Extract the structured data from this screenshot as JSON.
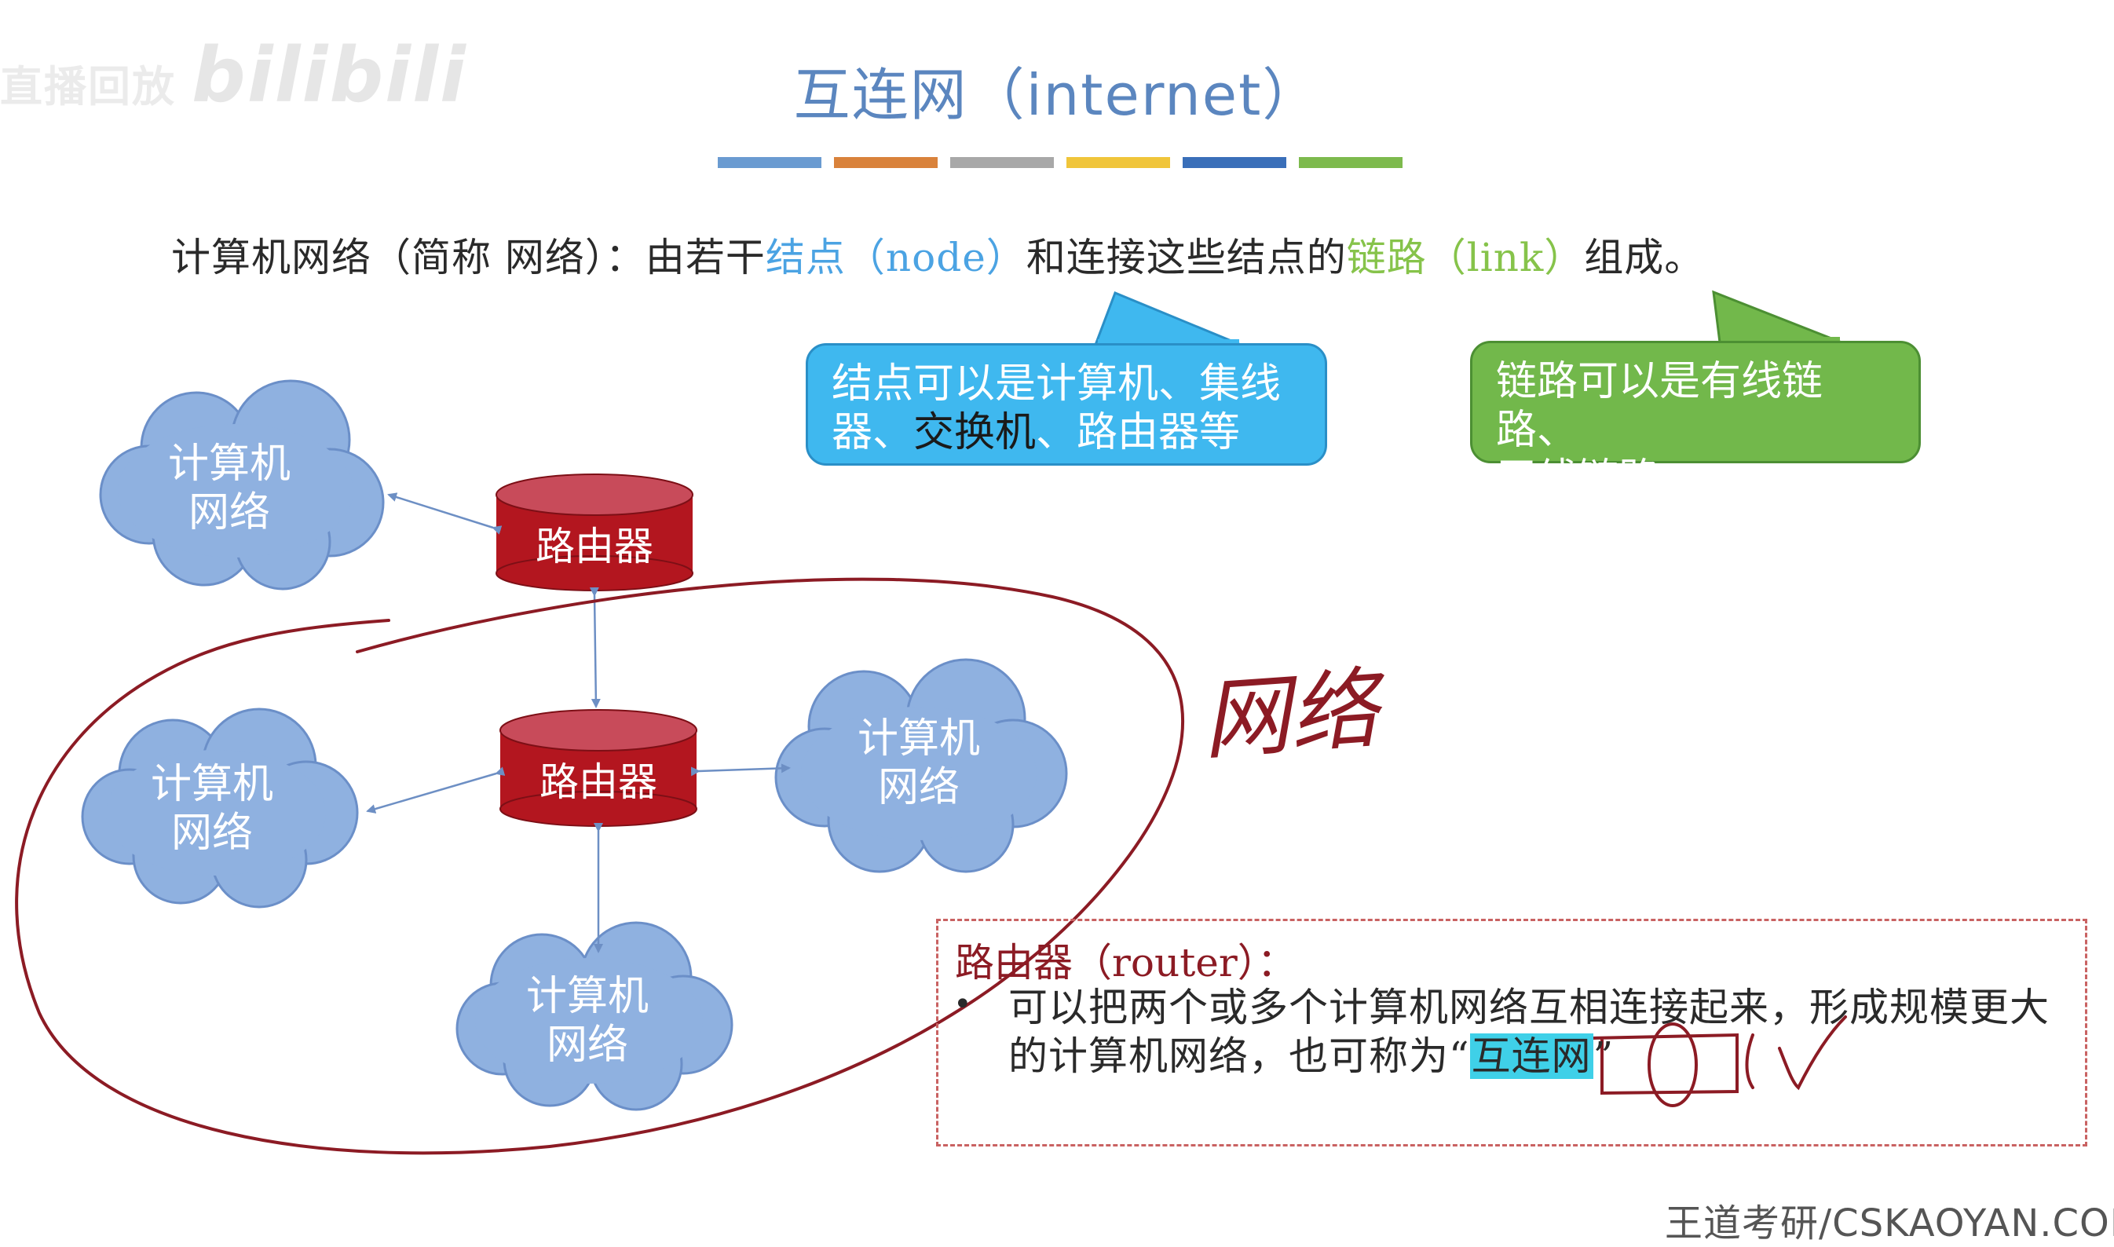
{
  "watermark": {
    "left_text": "直播回放",
    "brand": "bilibili"
  },
  "title": "互连网（internet）",
  "color_bars": [
    "#6a9bd1",
    "#d9823b",
    "#a8a8a8",
    "#f0c53a",
    "#3a6fb9",
    "#7dba4d"
  ],
  "definition": {
    "part1": "计算机网络（简称 网络）：由若干",
    "node": "结点（node）",
    "part2": "和连接这些结点的",
    "link": "链路（link）",
    "part3": "组成。"
  },
  "callout_nodes": {
    "line1": "结点可以是计算机、集线",
    "line2_a": "器、",
    "line2_b": "交换机",
    "line2_c": "、路由器等"
  },
  "callout_links": {
    "line1": "链路可以是有线链路、",
    "line2": "无线链路"
  },
  "clouds": [
    {
      "line1": "计算机",
      "line2": "网络"
    },
    {
      "line1": "计算机",
      "line2": "网络"
    },
    {
      "line1": "计算机",
      "line2": "网络"
    },
    {
      "line1": "计算机",
      "line2": "网络"
    }
  ],
  "routers": [
    "路由器",
    "路由器"
  ],
  "annotation_handwritten": "网络",
  "router_definition": {
    "heading": "路由器（router）：",
    "bullet": "•",
    "text_a": "可以把两个或多个计算机网络互相连接起来，形成规模更大的计算机网络，也可称为“",
    "highlight": "互连网",
    "text_b": "”"
  },
  "footer": "王道考研/CSKAOYAN.COM",
  "colors": {
    "title": "#5b86bf",
    "cloud": "#8fb1e0",
    "router": "#b3161f",
    "annotation": "#8c1b24"
  }
}
